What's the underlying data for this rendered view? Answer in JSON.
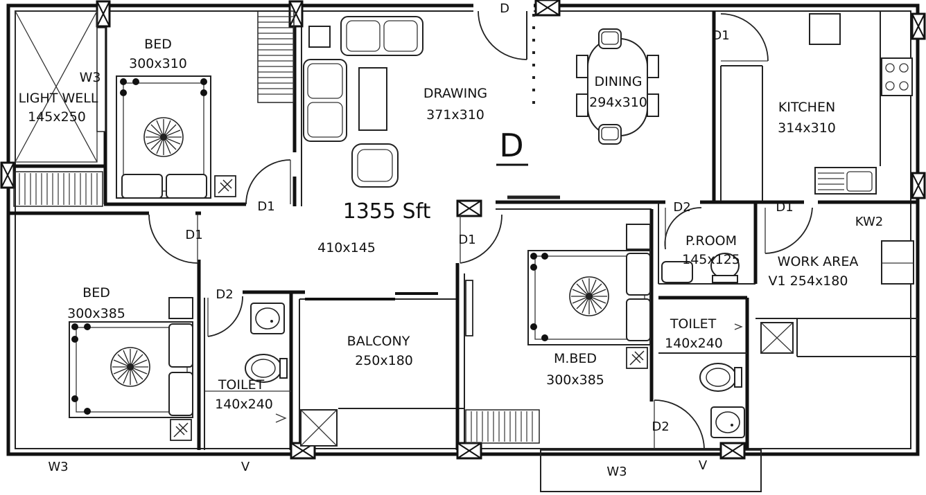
{
  "floor_plan": {
    "total_area": "1355 Sft",
    "main_door_mark": "D",
    "rooms": {
      "light_well": {
        "code": "W3",
        "name": "LIGHT WELL",
        "size": "145x250"
      },
      "bed_top": {
        "name": "BED",
        "size": "300x310"
      },
      "drawing": {
        "name": "DRAWING",
        "size": "371x310"
      },
      "dining": {
        "name": "DINING",
        "size": "294x310"
      },
      "kitchen": {
        "name": "KITCHEN",
        "size": "314x310"
      },
      "lobby": {
        "size": "410x145"
      },
      "bed_left": {
        "name": "BED",
        "size": "300x385"
      },
      "toilet_left": {
        "name": "TOILET",
        "size": "140x240"
      },
      "balcony": {
        "name": "BALCONY",
        "size": "250x180"
      },
      "master_bed": {
        "name": "M.BED",
        "size": "300x385"
      },
      "pooja_room": {
        "name": "P.ROOM",
        "size": "145x125"
      },
      "toilet_right": {
        "name": "TOILET",
        "size": "140x240"
      },
      "work_area": {
        "name": "WORK AREA",
        "size": "V1 254x180"
      }
    },
    "openings": {
      "d_entrance": "D",
      "d1_dining": "D1",
      "d1_bed_top": "D1",
      "d1_bed_left": "D1",
      "d1_master": "D1",
      "d2_proom": "D2",
      "d1_work": "D1",
      "kw2": "KW2",
      "d2_toilet_left": "D2",
      "d2_toilet_right": "D2",
      "w3_left": "W3",
      "v_left": "V",
      "w3_bottom": "W3",
      "v_right": "V"
    }
  }
}
